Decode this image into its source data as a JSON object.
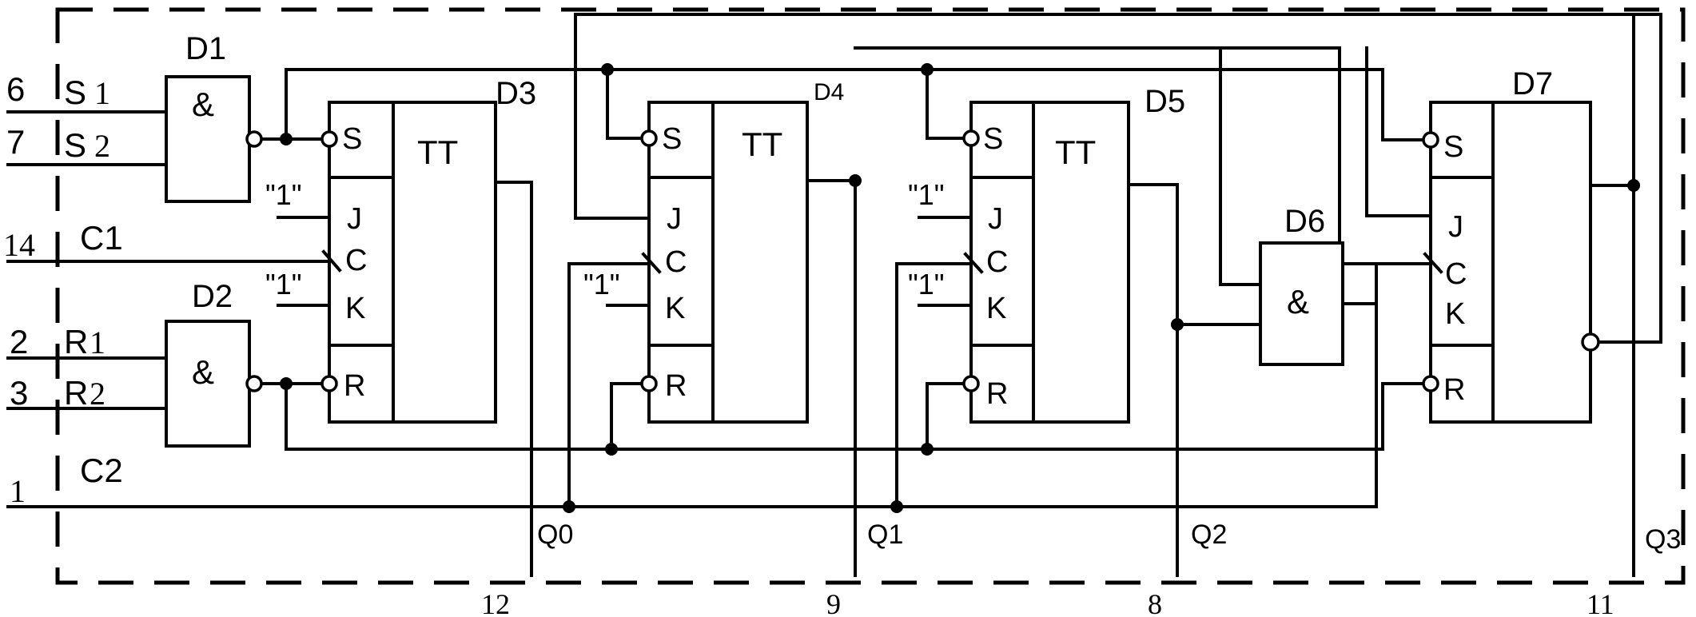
{
  "inputs": {
    "s1_pin": "6",
    "s1_name": "S",
    "s1_index": "1",
    "s2_pin": "7",
    "s2_name": "S",
    "s2_index": "2",
    "c1_pin": "14",
    "c1_name": "C1",
    "r1_pin": "2",
    "r1_name": "R",
    "r1_index": "1",
    "r2_pin": "3",
    "r2_name": "R",
    "r2_index": "2",
    "c2_pin": "1",
    "c2_name": "C2"
  },
  "gates": {
    "d1": {
      "name": "D1",
      "symbol": "&"
    },
    "d2": {
      "name": "D2",
      "symbol": "&"
    },
    "d6": {
      "name": "D6",
      "symbol": "&"
    }
  },
  "flipflops": {
    "d3": {
      "name": "D3",
      "type": "TT",
      "s": "S",
      "j": "J",
      "c": "C",
      "k": "K",
      "r": "R",
      "j_const": "\"1\"",
      "k_const": "\"1\""
    },
    "d4": {
      "name": "D4",
      "type": "TT",
      "s": "S",
      "j": "J",
      "c": "C",
      "k": "K",
      "r": "R",
      "k_const": "\"1\""
    },
    "d5": {
      "name": "D5",
      "type": "TT",
      "s": "S",
      "j": "J",
      "c": "C",
      "k": "K",
      "r": "R",
      "j_const": "\"1\"",
      "k_const": "\"1\""
    },
    "d7": {
      "name": "D7",
      "s": "S",
      "j": "J",
      "c": "C",
      "k": "K",
      "r": "R"
    }
  },
  "outputs": {
    "q0": "Q0",
    "q1": "Q1",
    "q2": "Q2",
    "q3": "Q3",
    "q0_pin": "12",
    "q1_pin": "9",
    "q2_pin": "8",
    "q3_pin": "11"
  }
}
